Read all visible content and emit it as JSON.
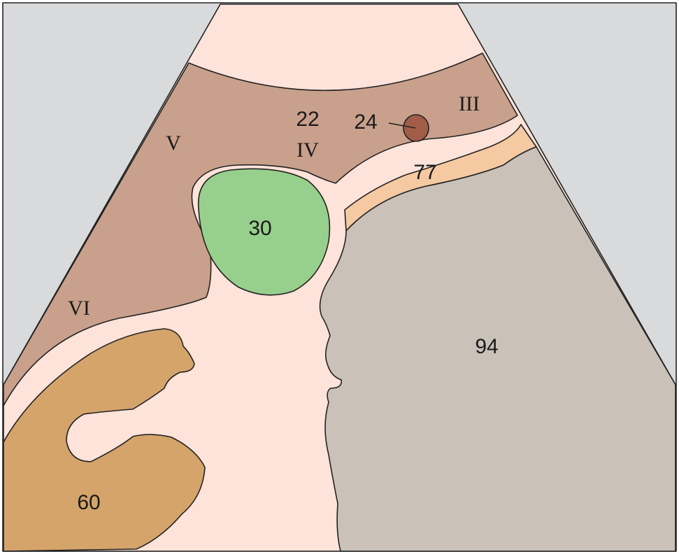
{
  "colors": {
    "background": "#d8dadb",
    "near_field": "#fde3d9",
    "liver": "#c9a08b",
    "gallbladder": "#97cf8c",
    "structure_24": "#a25d48",
    "structure_77": "#f5c9a1",
    "structure_94": "#cac2b9",
    "structure_60": "#d4a46a",
    "outline": "#222222"
  },
  "labels": {
    "n22": "22",
    "n24": "24",
    "n30": "30",
    "n60": "60",
    "n77": "77",
    "n94": "94",
    "r3": "III",
    "r4": "IV",
    "r5": "V",
    "r6": "VI"
  }
}
